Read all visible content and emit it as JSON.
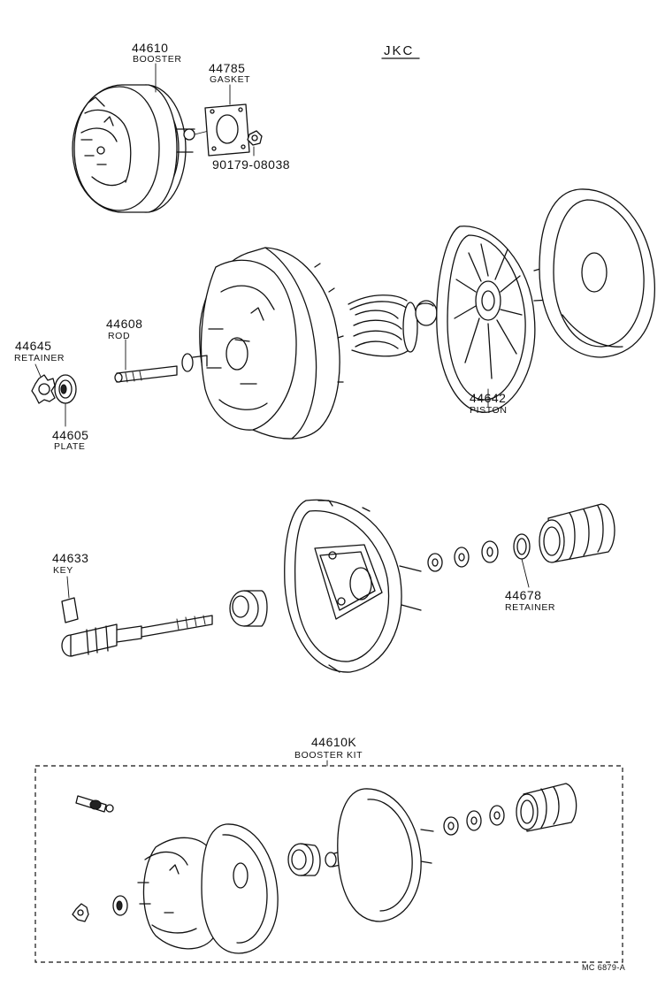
{
  "header": {
    "model_code": "JKC"
  },
  "callouts": {
    "booster": {
      "number": "44610",
      "name": "BOOSTER"
    },
    "gasket": {
      "number": "44785",
      "name": "GASKET"
    },
    "nut": {
      "number": "90179-08038"
    },
    "rod": {
      "number": "44608",
      "name": "ROD"
    },
    "retainer_front": {
      "number": "44645",
      "name": "RETAINER"
    },
    "plate": {
      "number": "44605",
      "name": "PLATE"
    },
    "piston": {
      "number": "44642",
      "name": "PISTON"
    },
    "key": {
      "number": "44633",
      "name": "KEY"
    },
    "retainer_rear": {
      "number": "44678",
      "name": "RETAINER"
    },
    "booster_kit": {
      "number": "44610K",
      "name": "BOOSTER KIT"
    }
  },
  "footer": {
    "drawing_code": "MC 6879-A"
  }
}
